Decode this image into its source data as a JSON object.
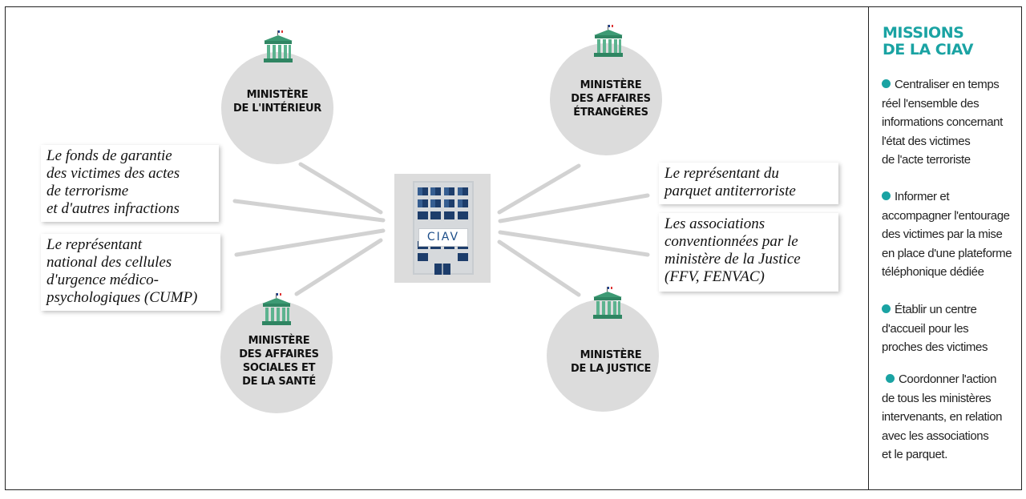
{
  "center": {
    "label": "CIAV"
  },
  "ministries": {
    "interieur": {
      "lines": [
        "MINISTÈRE",
        "DE L'INTÉRIEUR"
      ]
    },
    "affaires_etrangeres": {
      "lines": [
        "MINISTÈRE",
        "DES AFFAIRES",
        "ÉTRANGÈRES"
      ]
    },
    "affaires_sociales": {
      "lines": [
        "MINISTÈRE",
        "DES AFFAIRES",
        "SOCIALES ET",
        "DE LA SANTÉ"
      ]
    },
    "justice": {
      "lines": [
        "MINISTÈRE",
        "DE LA JUSTICE"
      ]
    }
  },
  "boxes": {
    "fonds_garantie": {
      "lines": [
        "Le fonds de garantie",
        "des victimes des actes",
        "de terrorisme",
        "et d'autres infractions"
      ]
    },
    "cump": {
      "lines": [
        "Le représentant",
        "national des cellules",
        "d'urgence médico-",
        "psychologiques (CUMP)"
      ]
    },
    "parquet": {
      "lines": [
        "Le représentant du",
        "parquet antiterroriste"
      ]
    },
    "associations": {
      "lines": [
        "Les associations",
        "conventionnées par le",
        "ministère de la Justice",
        "(FFV, FENVAC)"
      ]
    }
  },
  "panel": {
    "title": [
      "MISSIONS",
      "DE LA CIAV"
    ],
    "missions": [
      {
        "lines": [
          "Centraliser en temps",
          "réel l'ensemble des",
          "informations concernant",
          "l'état des victimes",
          "de l'acte terroriste"
        ]
      },
      {
        "lines": [
          "Informer et",
          "accompagner l'entourage",
          "des victimes par la mise",
          "en place d'une plateforme",
          "téléphonique dédiée"
        ]
      },
      {
        "lines": [
          "Établir un centre",
          "d'accueil pour les",
          "proches des victimes"
        ]
      },
      {
        "lines": [
          "Coordonner l'action",
          "de tous les ministères",
          "intervenants, en relation",
          "avec les associations",
          "et le parquet."
        ]
      }
    ]
  },
  "colors": {
    "accent": "#1aa3a3",
    "circle": "#dcdcdc",
    "building_green": "#3d9a74",
    "building_blue": "#1d3d6b"
  },
  "icons": {
    "ministry": "government-building-icon",
    "center": "office-building-icon"
  }
}
